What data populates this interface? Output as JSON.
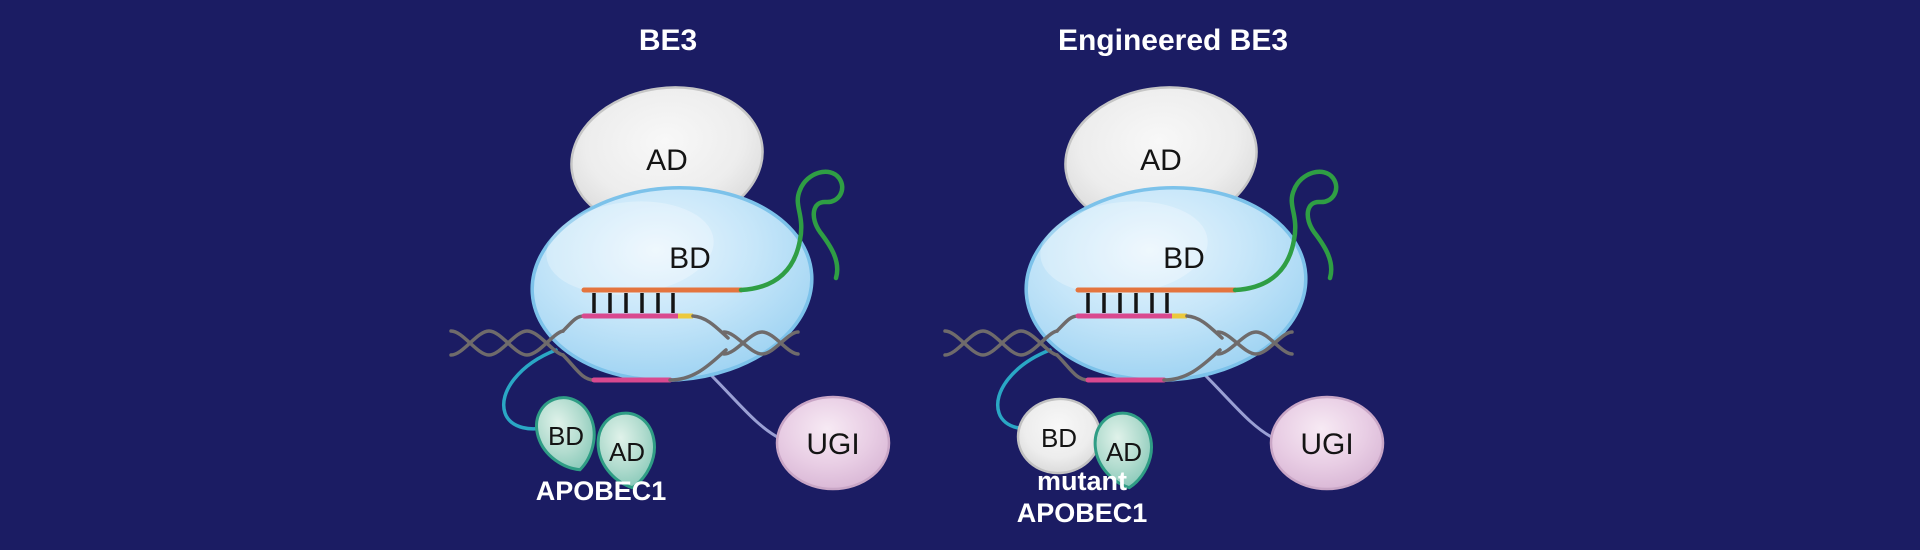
{
  "colors": {
    "background": "#1b1c63",
    "cas9_body_blue": "#a9d9f4",
    "ad_domain_gray": "#e9e9e9",
    "sgrna_green": "#2f9e44",
    "guide_rna_orange": "#e4743e",
    "target_strand_pink": "#d9498f",
    "pam_yellow": "#ecc93d",
    "dna_gray": "#6f6b6b",
    "apobec_teal": "#8ecfbd",
    "ugi_pink": "#e3c4df",
    "linker_cyan": "#2aa7c5",
    "linker_purple": "#9aa0d4"
  },
  "left_panel": {
    "title": "BE3",
    "cas9_ad_label": "AD",
    "cas9_bd_label": "BD",
    "apobec_bd_label": "BD",
    "apobec_ad_label": "AD",
    "apobec_name": "APOBEC1",
    "ugi_label": "UGI"
  },
  "right_panel": {
    "title": "Engineered BE3",
    "cas9_ad_label": "AD",
    "cas9_bd_label": "BD",
    "apobec_bd_label": "BD",
    "apobec_ad_label": "AD",
    "apobec_name_line1": "mutant",
    "apobec_name_line2": "APOBEC1",
    "ugi_label": "UGI"
  }
}
